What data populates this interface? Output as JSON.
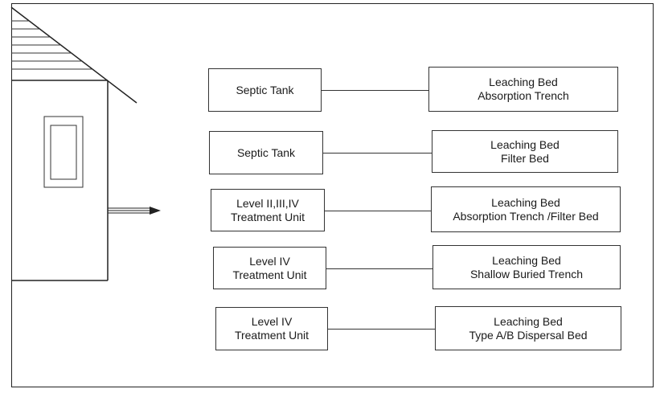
{
  "rows": [
    {
      "left": [
        "Septic Tank"
      ],
      "right": [
        "Leaching Bed",
        "Absorption Trench"
      ]
    },
    {
      "left": [
        "Septic Tank"
      ],
      "right": [
        "Leaching Bed",
        "Filter Bed"
      ]
    },
    {
      "left": [
        "Level II,III,IV",
        "Treatment Unit"
      ],
      "right": [
        "Leaching Bed",
        "Absorption Trench /Filter Bed"
      ]
    },
    {
      "left": [
        "Level IV",
        "Treatment Unit"
      ],
      "right": [
        "Leaching Bed",
        "Shallow Buried Trench"
      ]
    },
    {
      "left": [
        "Level IV",
        "Treatment Unit"
      ],
      "right": [
        "Leaching Bed",
        "Type A/B Dispersal Bed"
      ]
    }
  ]
}
